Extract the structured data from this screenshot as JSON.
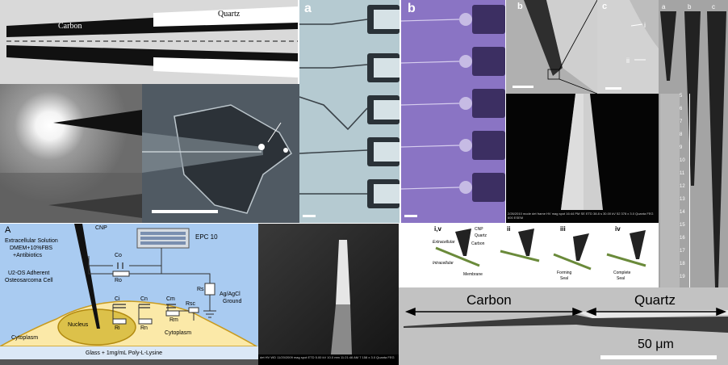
{
  "schematic": {
    "carbon": "Carbon",
    "quartz": "Quartz"
  },
  "micropipette_panels": {
    "a": "a",
    "b": "b"
  },
  "tem_panels": {
    "b": "b",
    "c": "c",
    "i": "i",
    "ii": "ii"
  },
  "tip_profiles": {
    "a": "a",
    "b": "b",
    "c": "c"
  },
  "ruler": {
    "ticks": [
      "5",
      "6",
      "7",
      "8",
      "9",
      "10",
      "11",
      "12",
      "13",
      "14",
      "15",
      "16",
      "17",
      "18",
      "19"
    ]
  },
  "circuit": {
    "panel_label": "A",
    "cnp": "CNP",
    "epc": "EPC 10",
    "solution_lines": [
      "Extracellular Solution",
      "DMEM+10%FBS",
      "+Antibiotics"
    ],
    "cell_lines": [
      "U2-OS Adherent",
      "Osteosarcoma Cell"
    ],
    "co": "Co",
    "ro": "Ro",
    "rs": "Rs",
    "electrode_lines": [
      "Ag/AgCl",
      "Ground"
    ],
    "ci": "Ci",
    "ri": "Ri",
    "cn": "Cn",
    "rn": "Rn",
    "cm": "Cm",
    "rm": "Rm",
    "rsc": "Rsc",
    "nucleus": "Nucleus",
    "cytoplasm_left": "Cytoplasm",
    "cytoplasm_right": "Cytoplasm",
    "substrate": "Glass + 1mg/mL Poly-L-Lysine"
  },
  "insertion": {
    "steps": [
      "i,v",
      "ii",
      "iii",
      "iv"
    ],
    "cnp": "CNP",
    "quartz": "Quartz",
    "carbon": "Carbon",
    "extracellular": "Extracellular",
    "intracellular": "Intracellular",
    "membrane": "Membrane",
    "forming_seal_lines": [
      "Forming",
      "Seal"
    ],
    "complete_seal_lines": [
      "Complete",
      "Seal"
    ]
  },
  "sem_bottom": {
    "bar_text": "det  HV  WD  11/20/2009  mag  spot   ETD  5.00 kV  10.0 mm  11:21:46 AM  7 158 x  3.0   Quanta FEG"
  },
  "sem_right": {
    "bar_text": "2/26/2010  mode  det  frame  HV  mag  spot   16:44 PM  SE  ETD  38.8 s  30.00 kV  52 378 x  3.0   Quanta FEG 600 ESEM"
  },
  "optical_bottom": {
    "carbon": "Carbon",
    "quartz": "Quartz",
    "scale": "50 μm"
  },
  "colors": {
    "circuit_bg": "#a9cbf1",
    "cell": "#fbe9a8",
    "nucleus": "#dcc14a",
    "purple": "#8870c0"
  }
}
